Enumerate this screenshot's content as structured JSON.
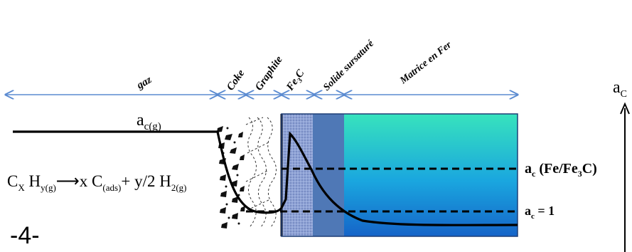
{
  "regions": {
    "gaz": "gaz",
    "coke": "Coke",
    "graphite": "Graphite",
    "fe3c_main": "Fe",
    "fe3c_sub": "3",
    "fe3c_tail": "C",
    "solide": "Solide sursaturé",
    "matrice": "Matrice en Fer"
  },
  "activity_gas": {
    "main": "a",
    "sub": "c(g)"
  },
  "reaction": {
    "cx_c": "C",
    "cx_x": "X",
    "hy_h": " H",
    "hy_y": "y(g)",
    "arrow": "⟶",
    "prod1": "x C",
    "prod1_sub": "(ads)",
    "prod2": "+ y/2 H",
    "prod2_sub": "2(g)"
  },
  "level_fe3c": {
    "a": "a",
    "sub": "c",
    "rest_open": " (Fe/Fe",
    "rest_sub": "3",
    "rest_close": "C)"
  },
  "level_one": {
    "a": "a",
    "sub": "c",
    "rest": " = 1"
  },
  "axis_label": {
    "a": "a",
    "sub": "C"
  },
  "slide_number": "-4-",
  "colors": {
    "arrow": "#5b8bd1",
    "fe3c_hatch": "#7f93c8",
    "solid_band": "#4f78b6",
    "matrix_top": "#37e3bd",
    "matrix_mid": "#1aa6df",
    "matrix_bottom": "#1564c8"
  }
}
